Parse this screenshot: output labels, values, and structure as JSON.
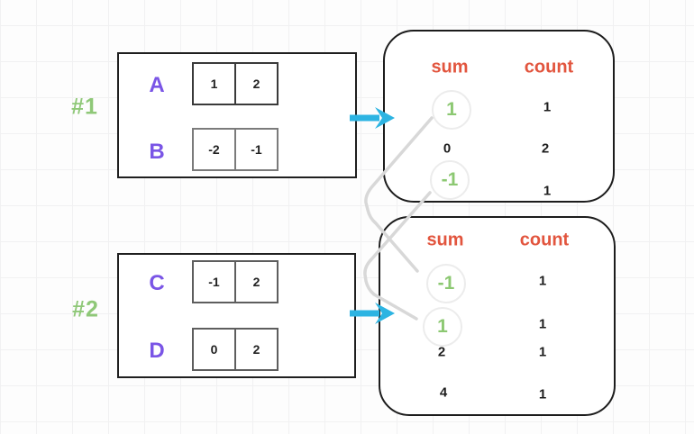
{
  "diagram_title": "pair-sum frequency diagram",
  "colors": {
    "label_green": "#8fc878",
    "array_purple": "#7a55e6",
    "header_orange": "#e2553e",
    "arrow_cyan": "#2db4e2",
    "connector_gray": "#d8d8d8",
    "text_black": "#1d1d1d"
  },
  "icons": {
    "arrow1": "arrow-right-icon",
    "arrow2": "arrow-right-icon",
    "connector1": "link-line-top1-to-bottom-minus1",
    "connector2": "link-line-top-minus1-to-bottom-1"
  },
  "examples": [
    {
      "id": "#1",
      "arrays": [
        {
          "name": "A",
          "values": [
            "1",
            "2"
          ]
        },
        {
          "name": "B",
          "values": [
            "-2",
            "-1"
          ]
        }
      ],
      "result_table": {
        "headers": {
          "sum": "sum",
          "count": "count"
        },
        "rows": [
          {
            "sum": "1",
            "count": "1",
            "highlighted": true
          },
          {
            "sum": "0",
            "count": "2",
            "highlighted": false
          },
          {
            "sum": "-1",
            "count": "1",
            "highlighted": true
          }
        ]
      }
    },
    {
      "id": "#2",
      "arrays": [
        {
          "name": "C",
          "values": [
            "-1",
            "2"
          ]
        },
        {
          "name": "D",
          "values": [
            "0",
            "2"
          ]
        }
      ],
      "result_table": {
        "headers": {
          "sum": "sum",
          "count": "count"
        },
        "rows": [
          {
            "sum": "-1",
            "count": "1",
            "highlighted": true
          },
          {
            "sum": "1",
            "count": "1",
            "highlighted": true
          },
          {
            "sum": "2",
            "count": "1",
            "highlighted": false
          },
          {
            "sum": "4",
            "count": "1",
            "highlighted": false
          }
        ]
      }
    }
  ]
}
